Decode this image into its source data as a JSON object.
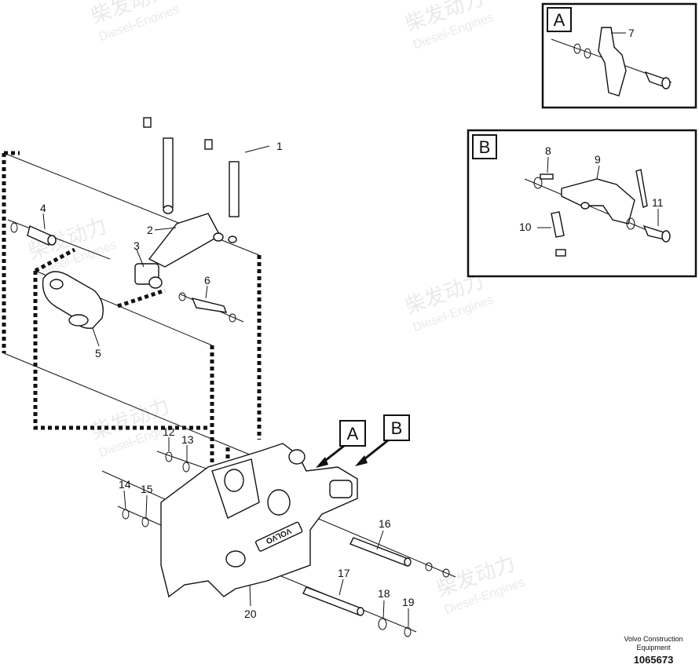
{
  "watermark": {
    "cn": "柴发动力",
    "en": "Diesel-Engines"
  },
  "callouts": {
    "c1": "1",
    "c2": "2",
    "c3": "3",
    "c4": "4",
    "c5": "5",
    "c6": "6",
    "c7": "7",
    "c8": "8",
    "c9": "9",
    "c10": "10",
    "c11": "11",
    "c12": "12",
    "c13": "13",
    "c14": "14",
    "c15": "15",
    "c16": "16",
    "c17": "17",
    "c18": "18",
    "c19": "19",
    "c20": "20"
  },
  "insets": {
    "a": "A",
    "b": "B"
  },
  "view_labels": {
    "a": "A",
    "b": "B"
  },
  "brand_plate": "VOLVO",
  "footer": {
    "line1": "Volvo Construction",
    "line2": "Equipment",
    "drawing_no": "1065673"
  }
}
